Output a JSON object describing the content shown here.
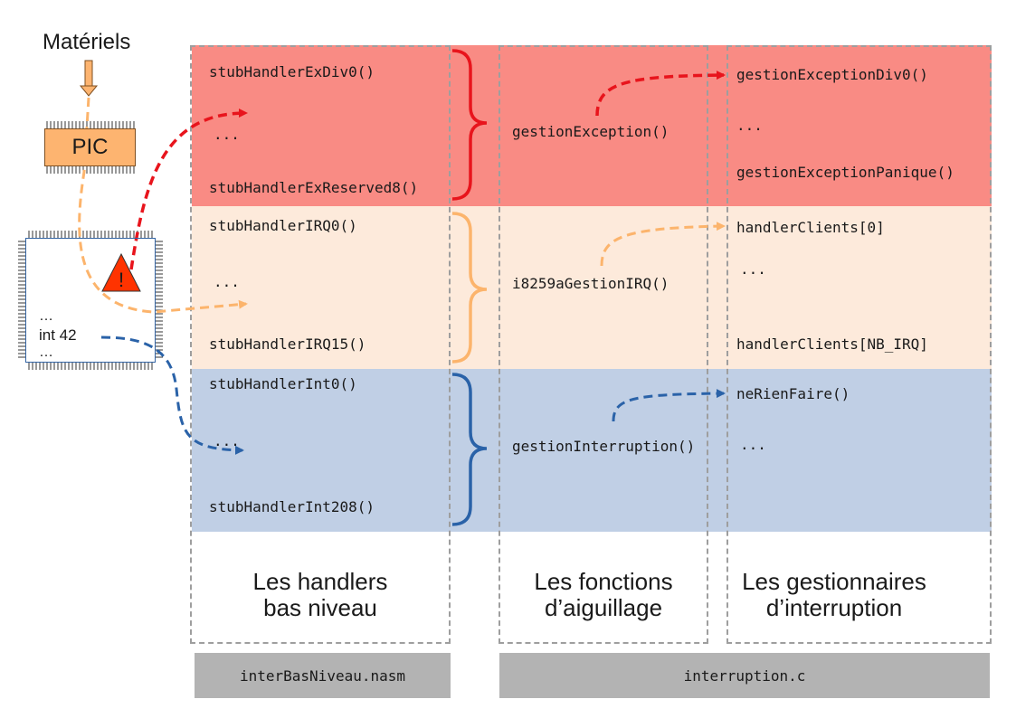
{
  "hardware": {
    "label": "Matériels",
    "pic_label": "PIC",
    "warning_symbol": "!"
  },
  "cpu": {
    "lines": [
      "…",
      "int 42",
      "…"
    ]
  },
  "columns": {
    "low_level": {
      "exceptions": [
        "stubHandlerExDiv0()",
        "...",
        "stubHandlerExReserved8()"
      ],
      "irq": [
        "stubHandlerIRQ0()",
        "...",
        "stubHandlerIRQ15()"
      ],
      "interrupts": [
        "stubHandlerInt0()",
        "...",
        "stubHandlerInt208()"
      ],
      "caption_line1": "Les handlers",
      "caption_line2": "bas niveau"
    },
    "dispatch": {
      "exceptions": "gestionException()",
      "irq": "i8259aGestionIRQ()",
      "interrupts": "gestionInterruption()",
      "caption_line1": "Les fonctions",
      "caption_line2": "d’aiguillage"
    },
    "handlers": {
      "exceptions": [
        "gestionExceptionDiv0()",
        "...",
        "gestionExceptionPanique()"
      ],
      "irq": [
        "handlerClients[0]",
        "...",
        "handlerClients[NB_IRQ]"
      ],
      "interrupts": [
        "neRienFaire()",
        "..."
      ],
      "caption_line1": "Les gestionnaires",
      "caption_line2": "d’interruption"
    }
  },
  "files": {
    "low_level": "interBasNiveau.nasm",
    "c_file": "interruption.c"
  },
  "colors": {
    "exceptions_band": "#f98b84",
    "irq_band": "#fdeadb",
    "interrupts_band": "#c0cfe5",
    "exception_arrow": "#e8141c",
    "irq_arrow": "#fcb46c",
    "interrupt_arrow": "#2a62a8",
    "file_box": "#b3b3b3"
  }
}
